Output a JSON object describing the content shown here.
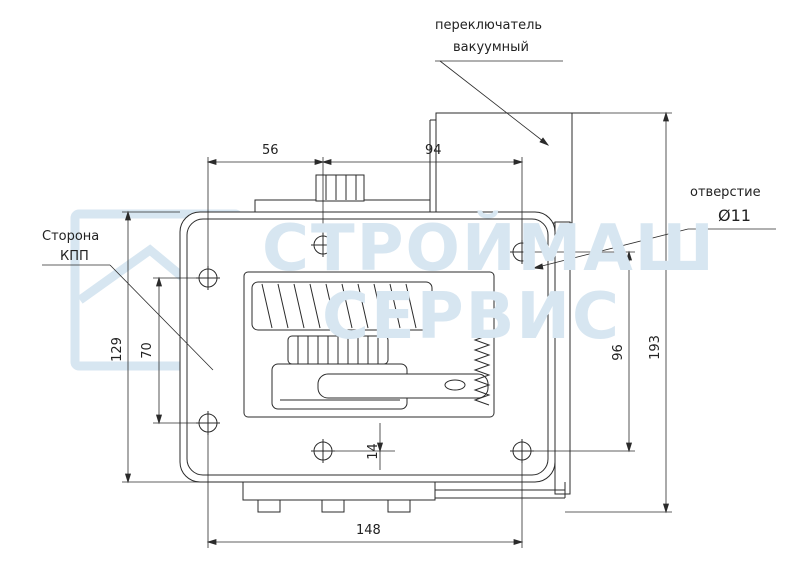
{
  "watermark": {
    "line1": "СТРОЙМАШ",
    "line2": "СЕРВИС",
    "color": "#d7e6f1"
  },
  "labels": {
    "switch_line1": "переключатель",
    "switch_line2": "вакуумный",
    "side_line1": "Сторона",
    "side_line2": "КПП",
    "hole_title": "отверстие",
    "hole_diameter": "Ø11"
  },
  "dimensions": {
    "top_left": "56",
    "top_right": "94",
    "bottom": "148",
    "left_outer": "129",
    "left_inner": "70",
    "right_inner": "96",
    "right_outer": "193",
    "offset_small": "14"
  },
  "colors": {
    "line": "#2b2b2b",
    "background": "#ffffff"
  }
}
